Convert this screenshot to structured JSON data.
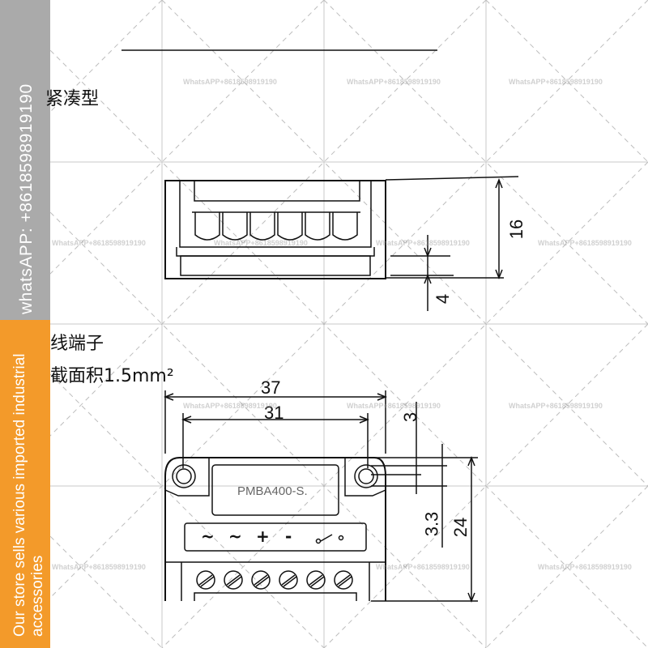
{
  "banner": {
    "phone": "whatsAPP: +8618598919190",
    "store_line1": "Our store sells various imported industrial",
    "store_line2": "accessories",
    "gray_color": "#aaaaaa",
    "orange_color": "#f39a2a"
  },
  "drawing": {
    "heading_type": "紧凑型",
    "heading_terminal": "线端子",
    "heading_section": "截面积1.5mm²",
    "dims": {
      "height_16": "16",
      "height_4": "4",
      "width_37": "37",
      "width_31": "31",
      "d_3": "3",
      "d_3_3": "3.3",
      "d_24": "24"
    },
    "model": "PMBA400-S.",
    "terminal_symbols": [
      "~",
      "~",
      "+",
      "-",
      "⊸"
    ]
  },
  "watermark": {
    "text": "WhatsAPP+8618598919190"
  }
}
